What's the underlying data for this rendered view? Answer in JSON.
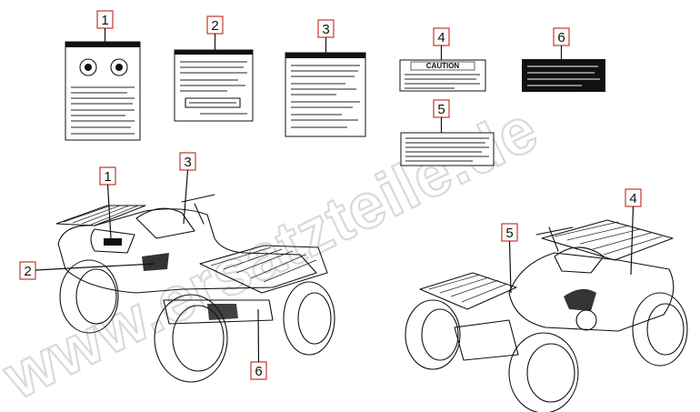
{
  "watermark": "www.ersatzteile.de",
  "labels": [
    {
      "number": "1"
    },
    {
      "number": "2"
    },
    {
      "number": "3"
    },
    {
      "number": "4",
      "caption": "CAUTION"
    },
    {
      "number": "5"
    },
    {
      "number": "6"
    }
  ],
  "callouts_left_atv": [
    "1",
    "3",
    "2",
    "6"
  ],
  "callouts_right_atv": [
    "4",
    "5"
  ],
  "colors": {
    "callout_border": "#c0392b",
    "ink": "#111111",
    "watermark": "#d9d9d9"
  }
}
